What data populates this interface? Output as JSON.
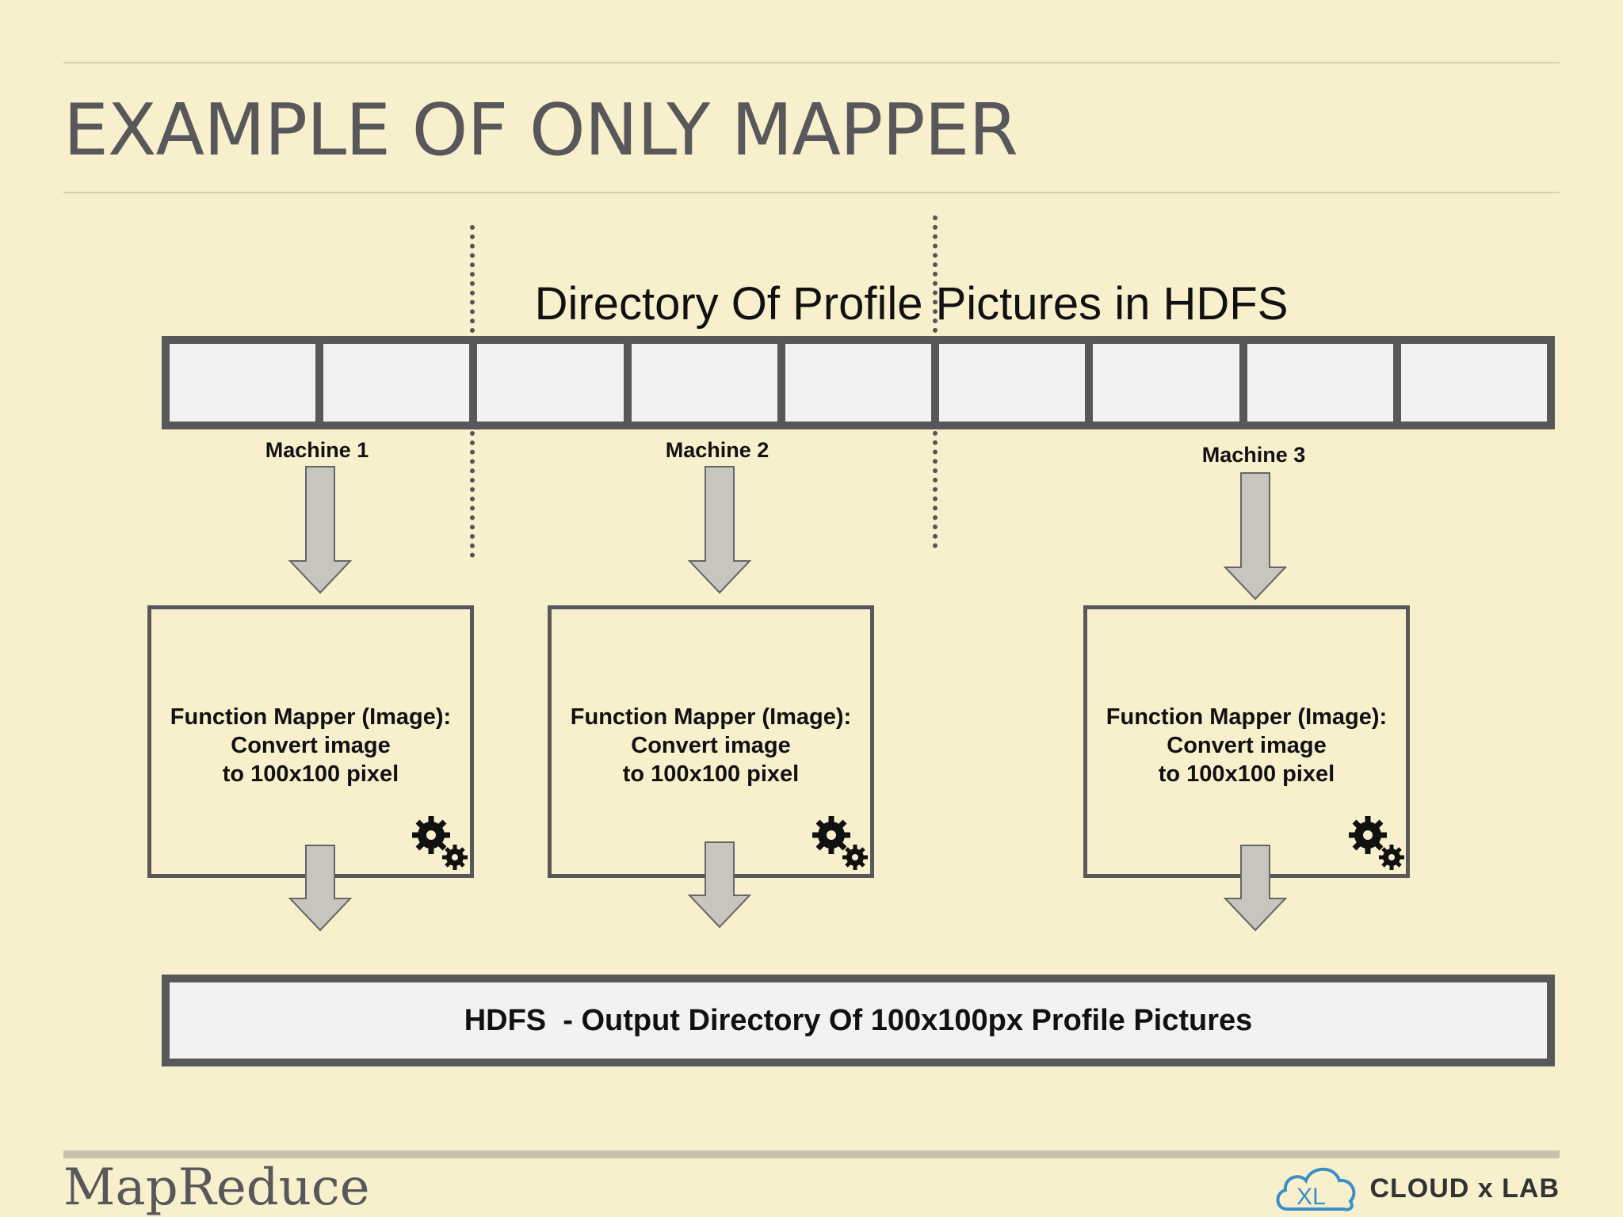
{
  "slide": {
    "title": "EXAMPLE OF ONLY MAPPER",
    "footer_title": "MapReduce",
    "logo_text": "CLOUD x LAB",
    "logo_mark": "XL"
  },
  "diagram": {
    "directory_label": "Directory Of Profile Pictures in HDFS",
    "input_cells": 9,
    "machines": [
      {
        "label": "Machine 1",
        "mapper_lines": [
          "Function Mapper (Image):",
          "Convert image",
          "to 100x100 pixel"
        ]
      },
      {
        "label": "Machine 2",
        "mapper_lines": [
          "Function Mapper (Image):",
          "Convert image",
          "to 100x100 pixel"
        ]
      },
      {
        "label": "Machine 3",
        "mapper_lines": [
          "Function Mapper (Image):",
          "Convert image",
          "to 100x100 pixel"
        ]
      }
    ],
    "output_label": "HDFS  - Output Directory Of 100x100px Profile Pictures",
    "icons": [
      "gears-icon",
      "down-arrow-icon",
      "cloud-icon"
    ],
    "colors": {
      "background": "#f8efcd",
      "border": "#58585a",
      "arrow_fill": "#c8c5bf",
      "box_fill": "#f2f2f2"
    }
  }
}
